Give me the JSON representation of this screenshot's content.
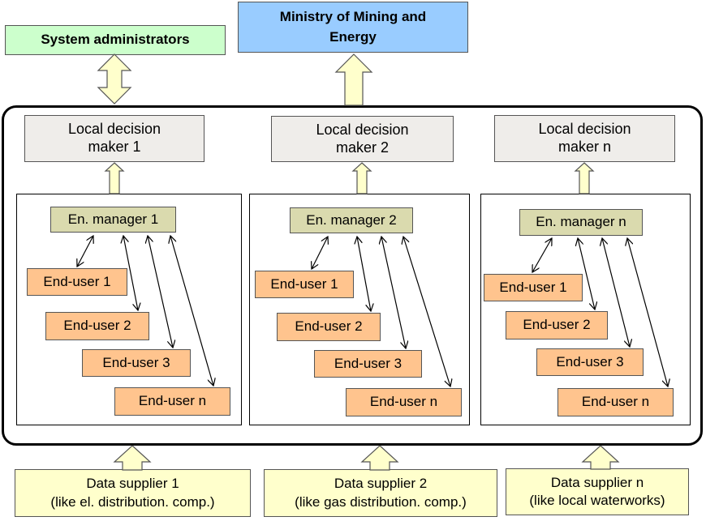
{
  "top": {
    "admins": "System administrators",
    "ministry": "Ministry of Mining and Energy"
  },
  "columns": [
    {
      "decision_maker": "Local decision maker 1",
      "manager": "En. manager 1",
      "end_users": [
        "End-user 1",
        "End-user 2",
        "End-user 3",
        "End-user n"
      ],
      "supplier_line1": "Data supplier 1",
      "supplier_line2": "(like el. distribution. comp.)"
    },
    {
      "decision_maker": "Local decision maker 2",
      "manager": "En. manager 2",
      "end_users": [
        "End-user 1",
        "End-user 2",
        "End-user 3",
        "End-user n"
      ],
      "supplier_line1": "Data supplier 2",
      "supplier_line2": "(like gas distribution. comp.)"
    },
    {
      "decision_maker": "Local decision maker n",
      "manager": "En. manager n",
      "end_users": [
        "End-user 1",
        "End-user 2",
        "End-user 3",
        "End-user n"
      ],
      "supplier_line1": "Data supplier n",
      "supplier_line2": "(like local waterworks)"
    }
  ],
  "colors": {
    "admins_fill": "#ccffcc",
    "ministry_fill": "#99ccff",
    "decision_maker_fill": "#efedea",
    "manager_fill": "#dadaae",
    "end_user_fill": "#ffc48e",
    "supplier_fill": "#ffffcc",
    "arrow_fill": "#ffffcc"
  }
}
